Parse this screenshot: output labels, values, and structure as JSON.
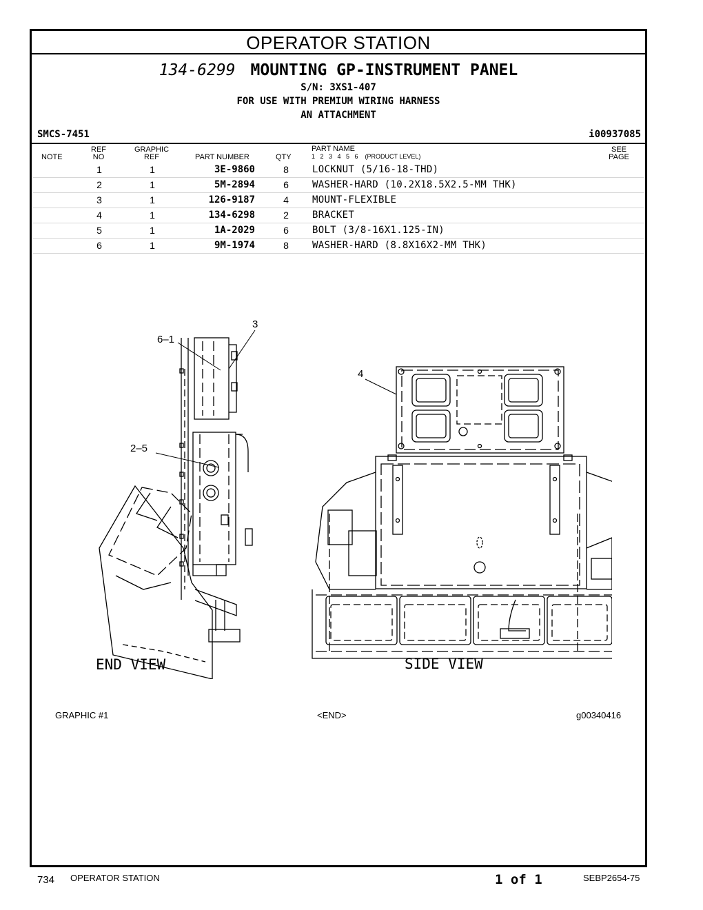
{
  "section_title": "OPERATOR STATION",
  "group": {
    "part_number": "134-6299",
    "title": "MOUNTING GP-INSTRUMENT PANEL",
    "serial": "S/N: 3XS1-407",
    "note1": "FOR USE WITH PREMIUM WIRING HARNESS",
    "note2": "AN ATTACHMENT"
  },
  "smcs": "SMCS-7451",
  "illustration_id": "i00937085",
  "columns": {
    "note": "NOTE",
    "ref_no_1": "REF",
    "ref_no_2": "NO",
    "graphic_ref_1": "GRAPHIC",
    "graphic_ref_2": "REF",
    "part_number": "PART NUMBER",
    "qty": "QTY",
    "part_name": "PART NAME",
    "levels": "1   2   3   4   5   6    (PRODUCT LEVEL)",
    "see_page_1": "SEE",
    "see_page_2": "PAGE"
  },
  "parts": [
    {
      "ref": "1",
      "graphic": "1",
      "part_number": "3E-9860",
      "qty": "8",
      "name": "LOCKNUT (5/16-18-THD)"
    },
    {
      "ref": "2",
      "graphic": "1",
      "part_number": "5M-2894",
      "qty": "6",
      "name": "WASHER-HARD (10.2X18.5X2.5-MM THK)"
    },
    {
      "ref": "3",
      "graphic": "1",
      "part_number": "126-9187",
      "qty": "4",
      "name": "MOUNT-FLEXIBLE"
    },
    {
      "ref": "4",
      "graphic": "1",
      "part_number": "134-6298",
      "qty": "2",
      "name": "BRACKET"
    },
    {
      "ref": "5",
      "graphic": "1",
      "part_number": "1A-2029",
      "qty": "6",
      "name": "BOLT (3/8-16X1.125-IN)"
    },
    {
      "ref": "6",
      "graphic": "1",
      "part_number": "9M-1974",
      "qty": "8",
      "name": "WASHER-HARD (8.8X16X2-MM THK)"
    }
  ],
  "drawing": {
    "callout_3": "3",
    "callout_6_1": "6–1",
    "callout_2_5": "2–5",
    "callout_4": "4",
    "end_view": "END VIEW",
    "side_view": "SIDE VIEW"
  },
  "graphic_footer": {
    "left": "GRAPHIC #1",
    "center": "<END>",
    "right": "g00340416"
  },
  "page_footer": {
    "page_number": "734",
    "section": "OPERATOR STATION",
    "page_of": "1 of 1",
    "doc_id": "SEBP2654-75"
  }
}
